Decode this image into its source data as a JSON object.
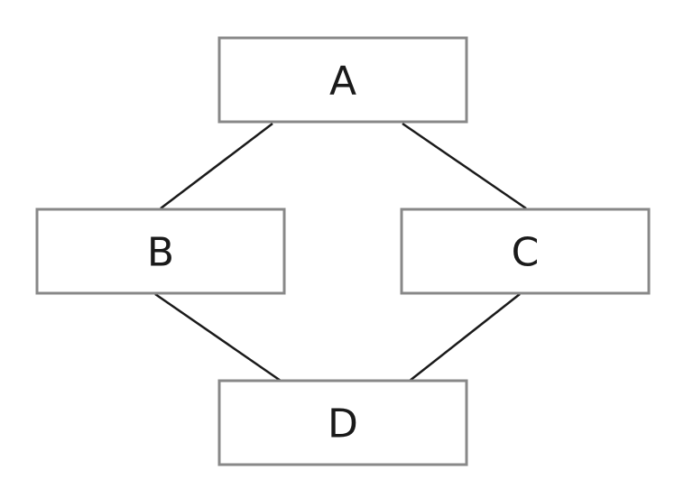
{
  "diagram": {
    "nodes": [
      {
        "id": "A",
        "label": "A"
      },
      {
        "id": "B",
        "label": "B"
      },
      {
        "id": "C",
        "label": "C"
      },
      {
        "id": "D",
        "label": "D"
      }
    ],
    "edges": [
      {
        "from": "A",
        "to": "B"
      },
      {
        "from": "A",
        "to": "C"
      },
      {
        "from": "B",
        "to": "D"
      },
      {
        "from": "C",
        "to": "D"
      }
    ],
    "colors": {
      "box_border": "#888888",
      "box_fill": "#ffffff",
      "edge": "#1a1a1a",
      "text": "#1a1a1a"
    }
  }
}
